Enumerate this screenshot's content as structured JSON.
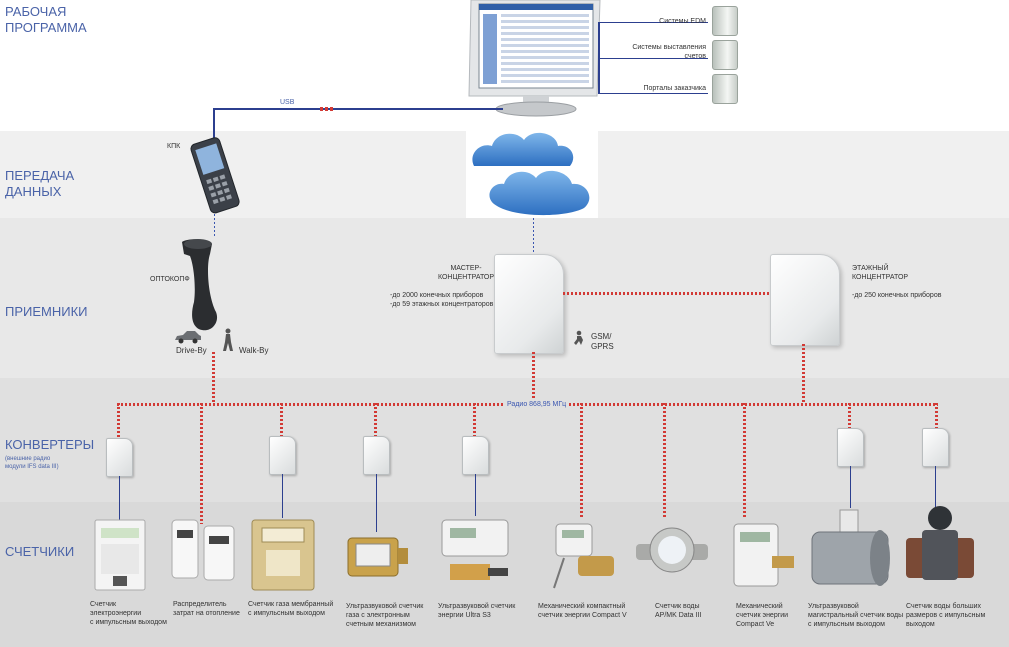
{
  "bands": {
    "software": {
      "label_line1": "РАБОЧАЯ",
      "label_line2": "ПРОГРАММА"
    },
    "transfer": {
      "label_line1": "ПЕРЕДАЧА",
      "label_line2": "ДАННЫХ"
    },
    "receivers": {
      "label": "ПРИЕМНИКИ"
    },
    "converters": {
      "label": "КОНВЕРТЕРЫ",
      "sub_line1": "(внешние радио",
      "sub_line2": "модули IFS data III)"
    },
    "meters": {
      "label": "СЧЕТЧИКИ"
    }
  },
  "systems": [
    {
      "label": "Системы EDM"
    },
    {
      "label_line1": "Системы выставления",
      "label_line2": "счетов"
    },
    {
      "label": "Порталы заказчика"
    }
  ],
  "labels": {
    "usb": "USB",
    "kpk": "КПК",
    "optohead": "ОПТОКОПФ",
    "drive_by": "Drive-By",
    "walk_by": "Walk-By",
    "master_line1": "МАСТЕР-",
    "master_line2": "КОНЦЕНТРАТОР",
    "master_spec1": "-до 2000 конечных приборов",
    "master_spec2": "-до 59 этажных концентраторов",
    "floor_line1": "ЭТАЖНЫЙ",
    "floor_line2": "КОНЦЕНТРАТОР",
    "floor_spec": "-до 250 конечных приборов",
    "gsm_line1": "GSM/",
    "gsm_line2": "GPRS",
    "radio": "Радио 868,95 МГц"
  },
  "meters": [
    {
      "line1": "Счетчик",
      "line2": "электроэнергии",
      "line3": "с импульсным выходом"
    },
    {
      "line1": "Распределитель",
      "line2": "затрат на отопление"
    },
    {
      "line1": "Счетчик газа мембранный",
      "line2": "с импульсным выходом"
    },
    {
      "line1": "Ультразвуковой счетчик",
      "line2": "газа с электронным",
      "line3": "счетным механизмом"
    },
    {
      "line1": "Ультразвуковой счетчик",
      "line2": "энергии Ultra S3"
    },
    {
      "line1": "Механический компактный",
      "line2": "счетчик энергии Compact V"
    },
    {
      "line1": "Счетчик воды",
      "line2": "AP/MK Data III"
    },
    {
      "line1": "Механический",
      "line2": "счетчик энергии",
      "line3": "Compact Ve"
    },
    {
      "line1": "Ультразвуковой",
      "line2": "магистральный счетчик воды",
      "line3": "с импульсным выходом"
    },
    {
      "line1": "Счетчик воды больших",
      "line2": "размеров с импульсным",
      "line3": "выходом"
    }
  ],
  "colors": {
    "label_blue": "#4a63a8",
    "link_red": "#d23a35",
    "link_blue": "#3a56b0",
    "band_light": "#f0f0f0",
    "band_mid": "#e6e6e6",
    "band_dark": "#d8d8d8"
  }
}
